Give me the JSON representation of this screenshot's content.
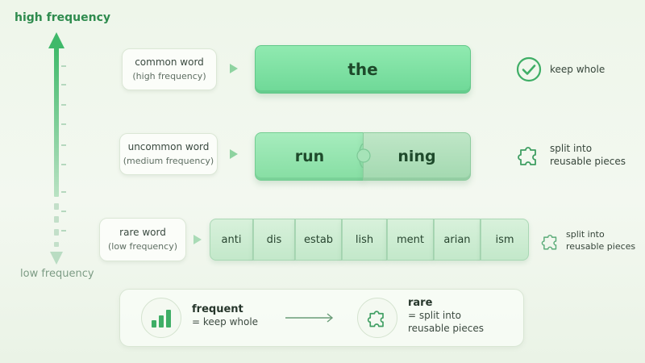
{
  "axis": {
    "top_label": "high frequency",
    "bottom_label": "low frequency"
  },
  "rows": [
    {
      "label_main": "common word",
      "label_sub": "(high frequency)",
      "tokens": [
        "the"
      ],
      "result_icon": "check-circle-icon",
      "result_lines": [
        "keep whole"
      ]
    },
    {
      "label_main": "uncommon word",
      "label_sub": "(medium frequency)",
      "tokens": [
        "run",
        "ning"
      ],
      "result_icon": "puzzle-icon",
      "result_lines": [
        "split into",
        "reusable pieces"
      ]
    },
    {
      "label_main": "rare word",
      "label_sub": "(low frequency)",
      "tokens": [
        "anti",
        "dis",
        "estab",
        "lish",
        "ment",
        "arian",
        "ism"
      ],
      "result_icon": "puzzle-icon",
      "result_lines": [
        "split into",
        "reusable pieces"
      ]
    }
  ],
  "summary": {
    "frequent_title": "frequent",
    "frequent_text": "= keep whole",
    "rare_title": "rare",
    "rare_text_lines": [
      "= split into",
      "reusable pieces"
    ],
    "left_icon": "bar-chart-icon",
    "right_icon": "puzzle-icon"
  },
  "colors": {
    "accent": "#2e8b4e",
    "token_strong": "#7ddfa0",
    "token_soft": "#c9ecd0"
  }
}
